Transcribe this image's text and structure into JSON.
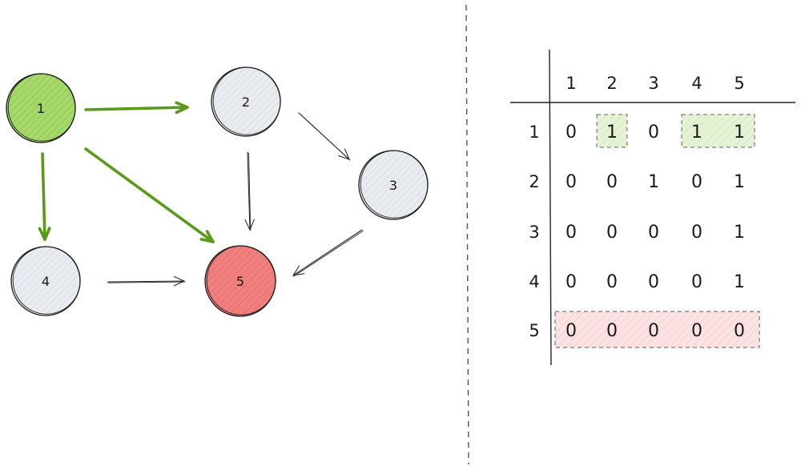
{
  "colors": {
    "source_fill": "#a6d96a",
    "source_stroke": "#1e1e1e",
    "sink_fill": "#f08080",
    "node_fill": "#e8ebef",
    "edge_default": "#2b2b2b",
    "edge_highlight": "#5a9a1a",
    "row_highlight_fill": "#fbe3e3",
    "row_highlight_stroke": "#6b5050",
    "cell_highlight_fill": "#e6f2d6",
    "cell_highlight_stroke": "#5c6650"
  },
  "graph": {
    "nodes": [
      {
        "id": "1",
        "label": "1",
        "role": "source"
      },
      {
        "id": "2",
        "label": "2",
        "role": "normal"
      },
      {
        "id": "3",
        "label": "3",
        "role": "normal"
      },
      {
        "id": "4",
        "label": "4",
        "role": "normal"
      },
      {
        "id": "5",
        "label": "5",
        "role": "sink"
      }
    ],
    "edges": [
      {
        "from": "1",
        "to": "2",
        "highlight": true
      },
      {
        "from": "1",
        "to": "4",
        "highlight": true
      },
      {
        "from": "1",
        "to": "5",
        "highlight": true
      },
      {
        "from": "2",
        "to": "3",
        "highlight": false
      },
      {
        "from": "2",
        "to": "5",
        "highlight": false
      },
      {
        "from": "3",
        "to": "5",
        "highlight": false
      },
      {
        "from": "4",
        "to": "5",
        "highlight": false
      }
    ]
  },
  "matrix": {
    "col_headers": [
      "1",
      "2",
      "3",
      "4",
      "5"
    ],
    "row_headers": [
      "1",
      "2",
      "3",
      "4",
      "5"
    ],
    "rows": [
      [
        "0",
        "1",
        "0",
        "1",
        "1"
      ],
      [
        "0",
        "0",
        "1",
        "0",
        "1"
      ],
      [
        "0",
        "0",
        "0",
        "0",
        "1"
      ],
      [
        "0",
        "0",
        "0",
        "0",
        "1"
      ],
      [
        "0",
        "0",
        "0",
        "0",
        "0"
      ]
    ],
    "highlighted_cells": [
      [
        0,
        1
      ],
      [
        0,
        3
      ],
      [
        0,
        4
      ]
    ],
    "highlighted_row": 4
  }
}
